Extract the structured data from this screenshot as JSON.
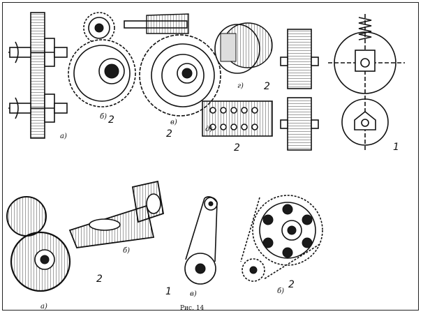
{
  "figure": {
    "caption": "Рис. 14",
    "top_row": {
      "a_label": "а)",
      "b_label": "б)",
      "b_number": "2",
      "v_label": "в)",
      "v_number": "2",
      "g_label": "г)",
      "g_number": "2",
      "d_label": "д)",
      "d_number": "2",
      "e_number": "1"
    },
    "bottom_row": {
      "a_label": "а)",
      "b_label": "б)",
      "b_number": "2",
      "v_label": "в)",
      "v_number": "1",
      "g_label": "б)",
      "g_number": "2"
    }
  }
}
